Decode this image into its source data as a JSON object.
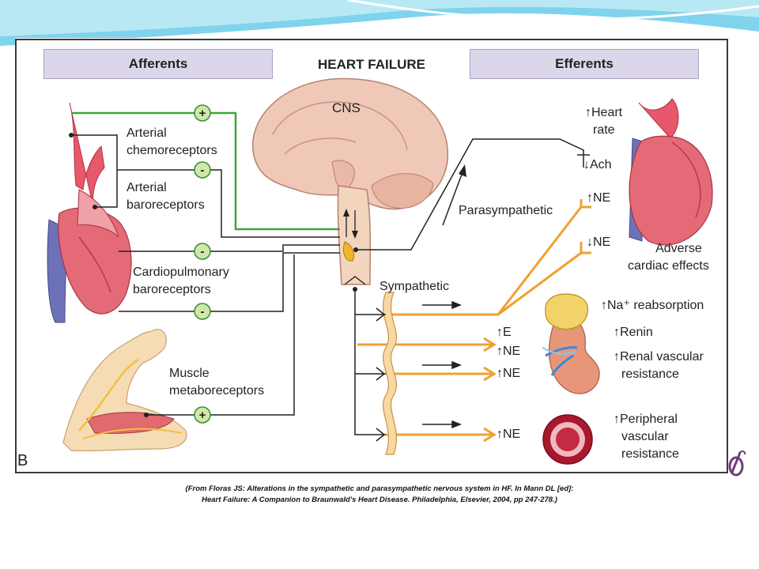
{
  "header": {
    "afferents": "Afferents",
    "title": "HEART FAILURE",
    "efferents": "Efferents"
  },
  "brain": {
    "label": "CNS"
  },
  "afferent_labels": {
    "chemo_1": "Arterial",
    "chemo_2": "chemoreceptors",
    "baro_1": "Arterial",
    "baro_2": "baroreceptors",
    "cardio_1": "Cardiopulmonary",
    "cardio_2": "baroreceptors",
    "muscle_1": "Muscle",
    "muscle_2": "metaboreceptors"
  },
  "signs": {
    "chemo": "+",
    "baro": "-",
    "cardio_top": "-",
    "cardio_bottom": "-",
    "muscle": "+"
  },
  "pathways": {
    "parasympathetic": "Parasympathetic",
    "sympathetic": "Sympathetic"
  },
  "efferent_labels": {
    "heart_rate_1": "↑Heart",
    "heart_rate_2": "rate",
    "ach": "↓Ach",
    "ne_up": "↑NE",
    "ne_down": "↓NE",
    "adverse_1": "Adverse",
    "adverse_2": "cardiac effects",
    "e_up": "↑E",
    "ne_adrenal": "↑NE",
    "ne_kidney": "↑NE",
    "ne_vessel": "↑NE",
    "na_reabsorption": "↑Na⁺ reabsorption",
    "renin": "↑Renin",
    "renal_vr_1": "↑Renal vascular",
    "renal_vr_2": "resistance",
    "periph_1": "↑Peripheral",
    "periph_2": "vascular",
    "periph_3": "resistance"
  },
  "panel_letter": "B",
  "citation": {
    "line1": "(From Floras JS: Alterations in the sympathetic and parasympathetic nervous system in HF. In Mann DL [ed]:",
    "line2": "Heart Failure: A Companion to Braunwald's Heart Disease. Philadelphia, Elsevier, 2004, pp 247-278.)"
  },
  "colors": {
    "sympathetic": "#f0a030",
    "afferent_green": "#3aa83a",
    "header_box": "#dcd6ea",
    "sign_circle": "#cfe8a8",
    "banner": "#57c3e0"
  },
  "icons": [
    "heart",
    "brain",
    "spinal-cord",
    "arm-muscle",
    "kidney",
    "adrenal-gland",
    "blood-vessel",
    "sympathetic-chain",
    "logo"
  ]
}
